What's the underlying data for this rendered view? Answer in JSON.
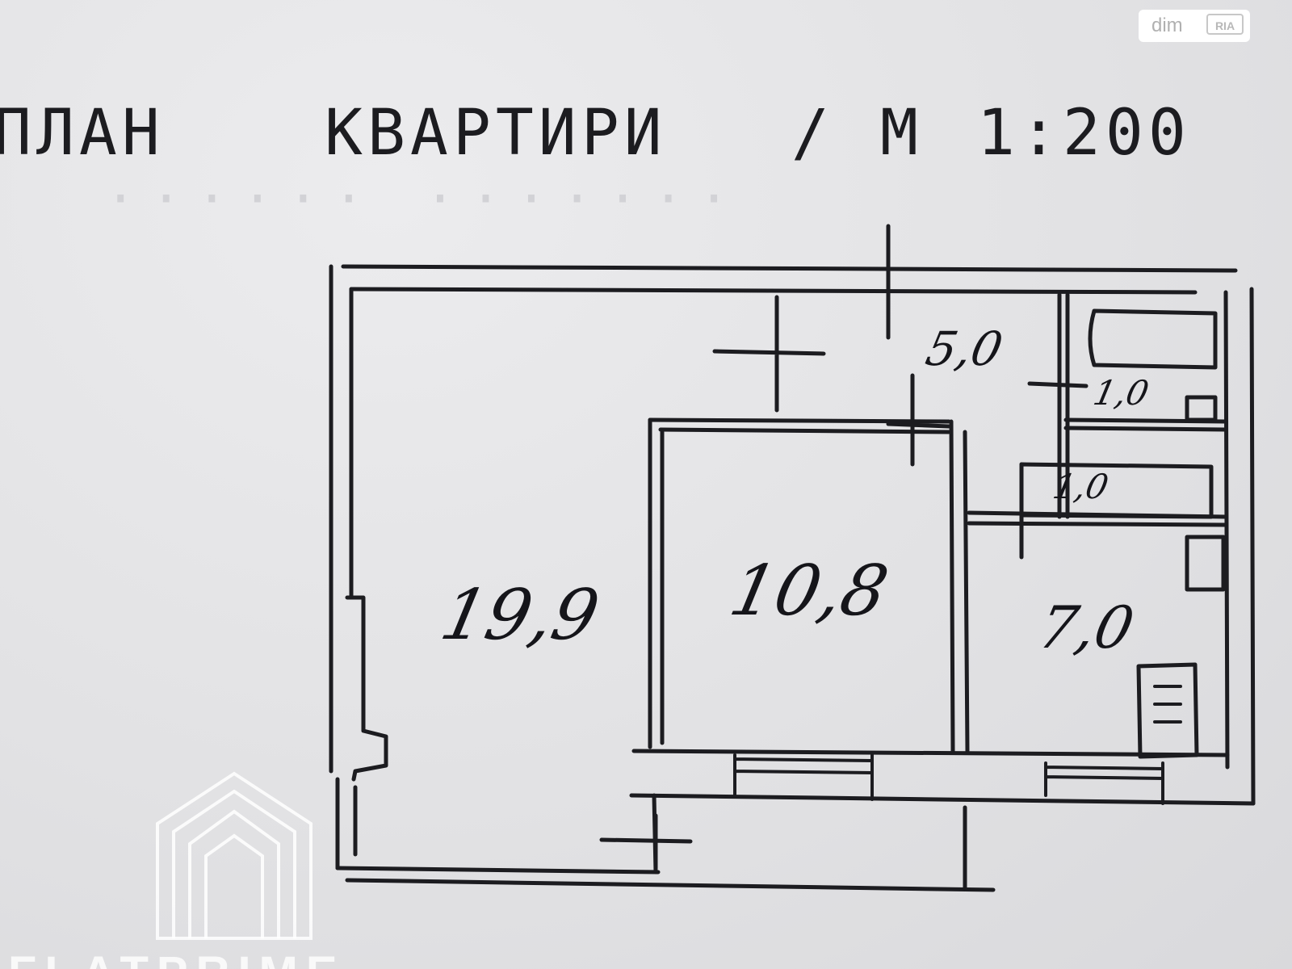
{
  "title": {
    "word1": "ПЛАН",
    "word2": "КВАРТИРИ",
    "separator": "/",
    "scale_prefix": "М",
    "scale_value": "1:200"
  },
  "badge": {
    "brand": "dim",
    "tag": "RIA"
  },
  "rooms": {
    "living": "19,9",
    "bedroom": "10,8",
    "kitchen": "7,0",
    "hallway": "5,0",
    "bath": "1,0",
    "toilet": "1,0"
  },
  "watermark": {
    "text": "FLATPRIME"
  },
  "colors": {
    "ink": "#1c1c20",
    "paper": "#e4e4e6"
  }
}
